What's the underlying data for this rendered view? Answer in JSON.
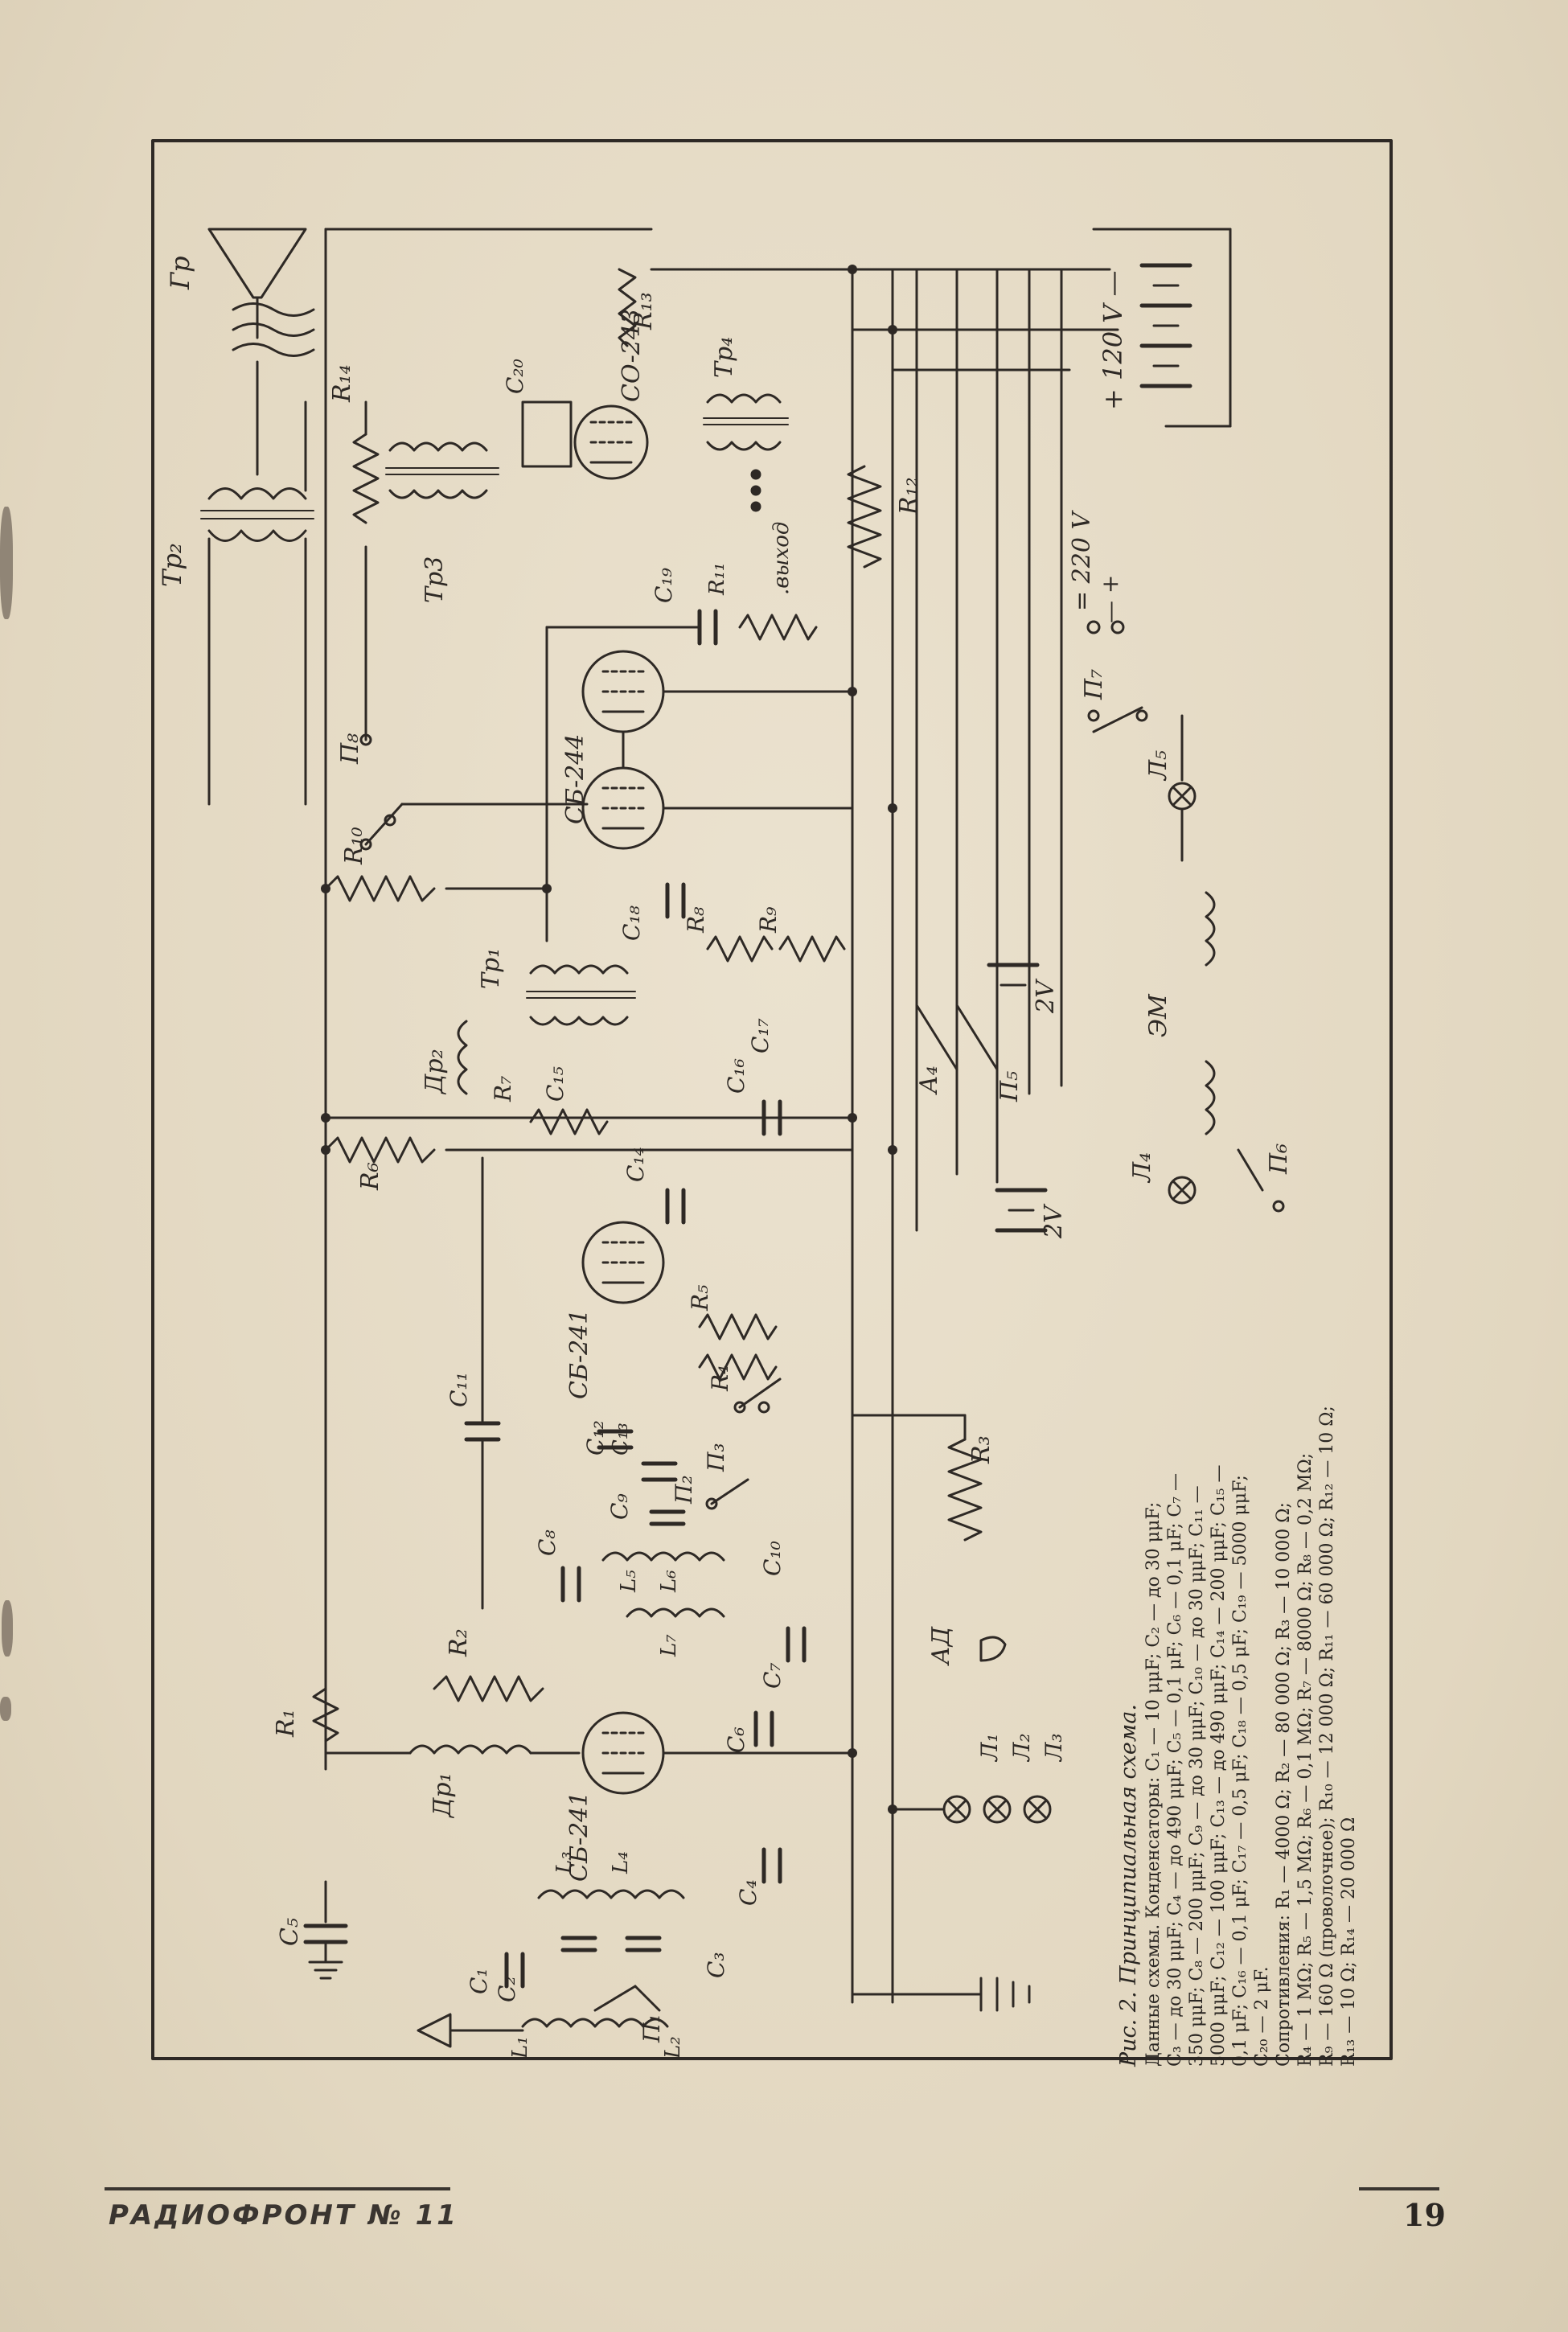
{
  "figure": {
    "caption_title": "Рис. 2. Принципиальная схема.",
    "caption_lines": [
      "Данные схемы. Конденсаторы: C₁ — 10 μμF; C₂ — до 30 μμF;",
      "C₃ — до 30 μμF; C₄ — до 490 μμF; C₅ — 0,1 μF; C₆ — 0,1 μF; C₇ —",
      "350 μμF; C₈ — 200 μμF; C₉ — до 30 μμF; C₁₀ — до 30 μμF; C₁₁ —",
      "5000 μμF; C₁₂ — 100 μμF; C₁₃ — до 490 μμF; C₁₄ — 200 μμF; C₁₅ —",
      "0,1 μF; C₁₆ — 0,1 μF; C₁₇ — 0,5 μF; C₁₈ — 0,5 μF; C₁₉ — 5000 μμF;",
      "C₂₀ — 2 μF.",
      "Сопротивления: R₁ — 4000 Ω; R₂ — 80 000 Ω; R₃ — 10 000 Ω;",
      "R₄ — 1 MΩ; R₅ — 1,5 MΩ; R₆ — 0,1 MΩ; R₇ — 8000 Ω; R₈ — 0,2 MΩ;",
      "R₉ — 160 Ω (проволочное); R₁₀ — 12 000 Ω; R₁₁ — 60 000 Ω; R₁₂ — 10 Ω;",
      "R₁₃ — 10 Ω; R₁₄ — 20 000 Ω"
    ]
  },
  "footer": {
    "magazine": "РАДИОФРОНТ № 11",
    "page_number": "19"
  },
  "labels": {
    "gr": "Гр",
    "tr2": "Тр₂",
    "tr3": "Тр3",
    "r14": "R₁₄",
    "r13": "R₁₃",
    "c20": "C₂₀",
    "tube_co243": "CO-243",
    "tr4": "Тр₄",
    "vykhod": ".выход",
    "r12": "R₁₂",
    "v120": "+  120 V  —",
    "v220": "= 220 V",
    "v220_pm": "— +",
    "c19": "C₁₉",
    "r11": "R₁₁",
    "p8": "П₈",
    "tube_cb244": "CБ-244",
    "r10": "R₁₀",
    "p7": "П₇",
    "l5": "Л₅",
    "c18": "C₁₈",
    "r8": "R₈",
    "r9": "R₉",
    "tr1": "Тр₁",
    "v2a": "2V",
    "a4": "А₄",
    "p5": "П₅",
    "em": "ЭМ",
    "dr2": "Др₂",
    "r7": "R₇",
    "c15": "C₁₅",
    "c16": "C₁₆",
    "c17": "C₁₇",
    "r6": "R₆",
    "c14": "C₁₄",
    "v2b": "2V",
    "l4": "Л₄",
    "p6": "П₆",
    "tube_cb241a": "CБ-241",
    "r5": "R₅",
    "r4": "R₄",
    "c11": "C₁₁",
    "c12": "C₁₂",
    "c13": "C₁₃",
    "p3": "П₃",
    "c9": "C₉",
    "p2": "П₂",
    "r3": "R₃",
    "c8": "C₈",
    "l5c": "L₅",
    "l6c": "L₆",
    "c10": "C₁₀",
    "l7c": "L₇",
    "c7": "C₇",
    "ad": "АД",
    "r1": "R₁",
    "r2": "R₂",
    "dr1": "Др₁",
    "c6": "C₆",
    "tube_cb241b": "CБ-241",
    "l1": "Л₁",
    "l2": "Л₂",
    "l3": "Л₃",
    "c5": "C₅",
    "c4": "C₄",
    "l3c": "L₃",
    "l4c": "L₄",
    "c1": "C₁",
    "c2": "C₂",
    "c3": "C₃",
    "p1": "П₁",
    "l1c": "L₁",
    "l2c": "L₂"
  }
}
